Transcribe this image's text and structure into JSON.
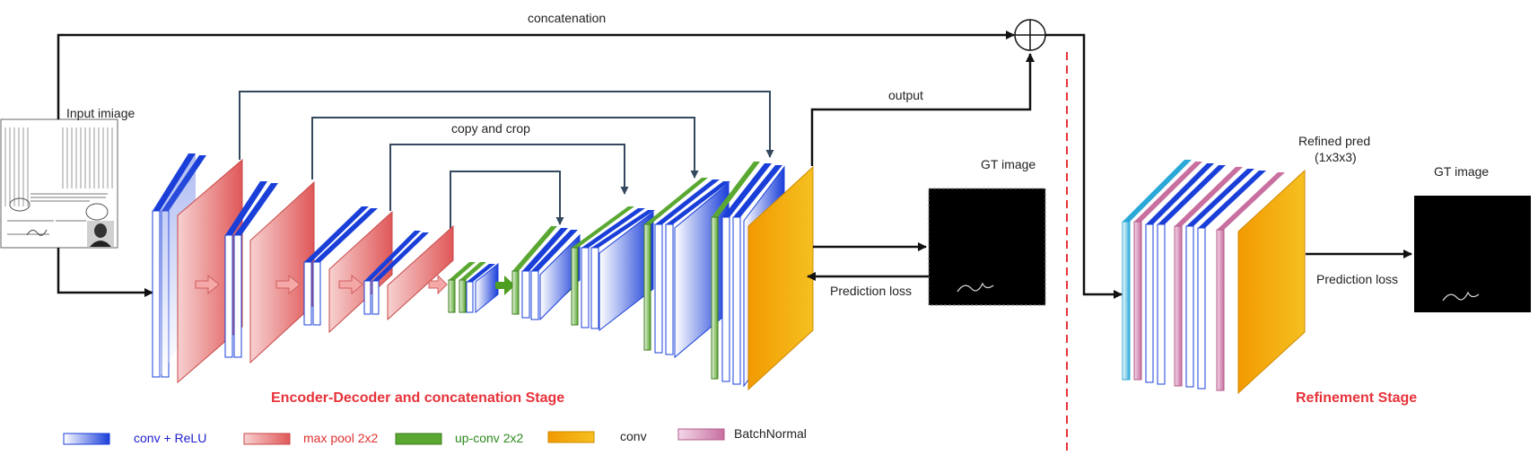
{
  "labels": {
    "concatenation": "concatenation",
    "input_image": "Input imiage",
    "output": "output",
    "copy_and_crop": "copy and crop",
    "gt_image_1": "GT image",
    "prediction_loss_1": "Prediction loss",
    "refined_pred_line1": "Refined pred",
    "refined_pred_line2": "(1x3x3)",
    "gt_image_2": "GT image",
    "prediction_loss_2": "Prediction loss",
    "stage_encoder": "Encoder-Decoder and concatenation Stage",
    "stage_refinement": "Refinement Stage"
  },
  "legend": [
    {
      "key": "conv_relu",
      "label": "conv + ReLU",
      "text_color": "#2020d0"
    },
    {
      "key": "max_pool",
      "label": "max pool 2x2",
      "text_color": "#e03030"
    },
    {
      "key": "up_conv",
      "label": "up-conv 2x2",
      "text_color": "#2e8b1e"
    },
    {
      "key": "conv",
      "label": "conv",
      "text_color": "#222222"
    },
    {
      "key": "batch_normal",
      "label": "BatchNormal",
      "text_color": "#222222"
    }
  ],
  "colors": {
    "conv_relu": "#1a3fd9",
    "max_pool": "#e06060",
    "up_conv": "#5aa832",
    "conv": "#f2a200",
    "batch_normal": "#d890b8",
    "stage_title": "#e8323a",
    "divider": "#e8323a",
    "arrow": "#111111",
    "skip": "#34495e"
  }
}
